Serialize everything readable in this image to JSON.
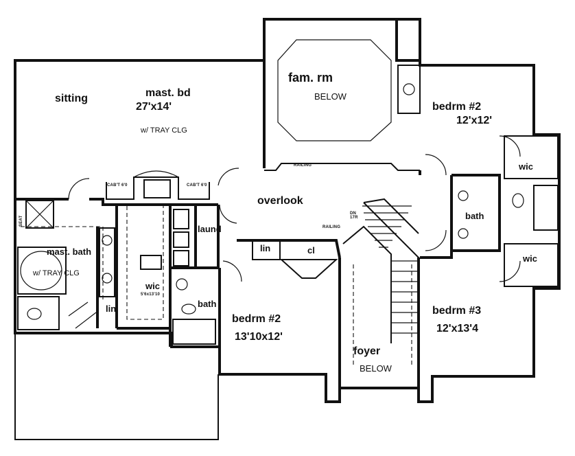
{
  "rooms": {
    "sitting": "sitting",
    "master_bedroom": {
      "name": "mast. bd",
      "size": "27'x14'",
      "note": "w/ TRAY CLG"
    },
    "family_room": {
      "name": "fam. rm",
      "note": "BELOW"
    },
    "bedroom_2_right": {
      "name": "bedrm #2",
      "size": "12'x12'"
    },
    "overlook": "overlook",
    "wic_upper": "wic",
    "wic_lower": "wic",
    "bath_right": "bath",
    "laundry": "laund",
    "master_bath": {
      "name": "mast. bath",
      "note": "w/ TRAY CLG"
    },
    "lin_left": "lin",
    "lin_center": "lin",
    "closet_center": "cl",
    "wic_master": {
      "name": "wic",
      "size": "5'6x13'10"
    },
    "bath_center": "bath",
    "bedroom_2_left": {
      "name": "bedrm #2",
      "size": "13'10x12'"
    },
    "foyer": {
      "name": "foyer",
      "note": "BELOW"
    },
    "bedroom_3": {
      "name": "bedrm #3",
      "size": "12'x13'4"
    },
    "railing_top": "RAILING",
    "railing_stair": "RAILING",
    "stair_note": "DN 17R",
    "seat": "SEAT",
    "cabinet_left": "CAB'T 6'0",
    "cabinet_right": "CAB'T 6'0"
  }
}
